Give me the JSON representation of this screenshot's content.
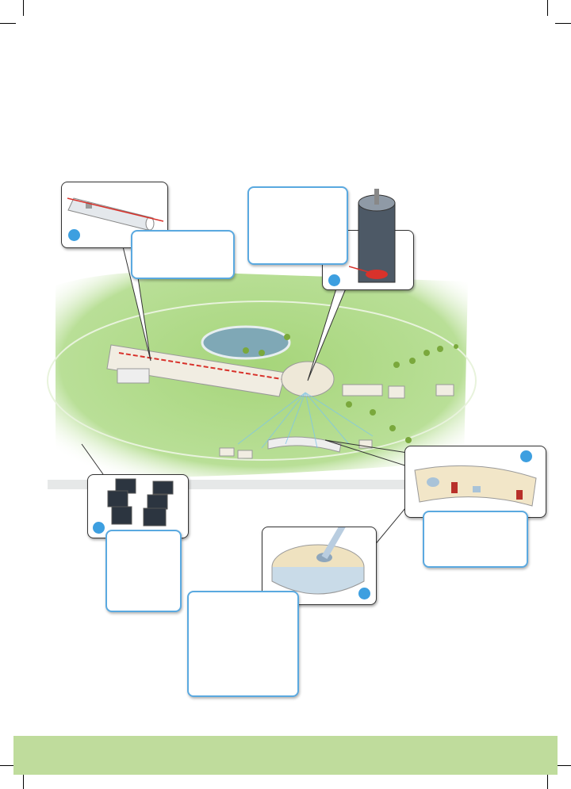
{
  "colors": {
    "banner": "#bfdc9c",
    "map_green": "#a9d47f",
    "callout_border": "#5aa9e0",
    "marker": "#3d9fe0",
    "beam": "#d8322b"
  },
  "icons": [
    "accelerator-tube-illustration",
    "detector-illustration",
    "computing-cluster-illustration",
    "experimental-hall-illustration",
    "instrument-illustration",
    "site-map-illustration"
  ]
}
